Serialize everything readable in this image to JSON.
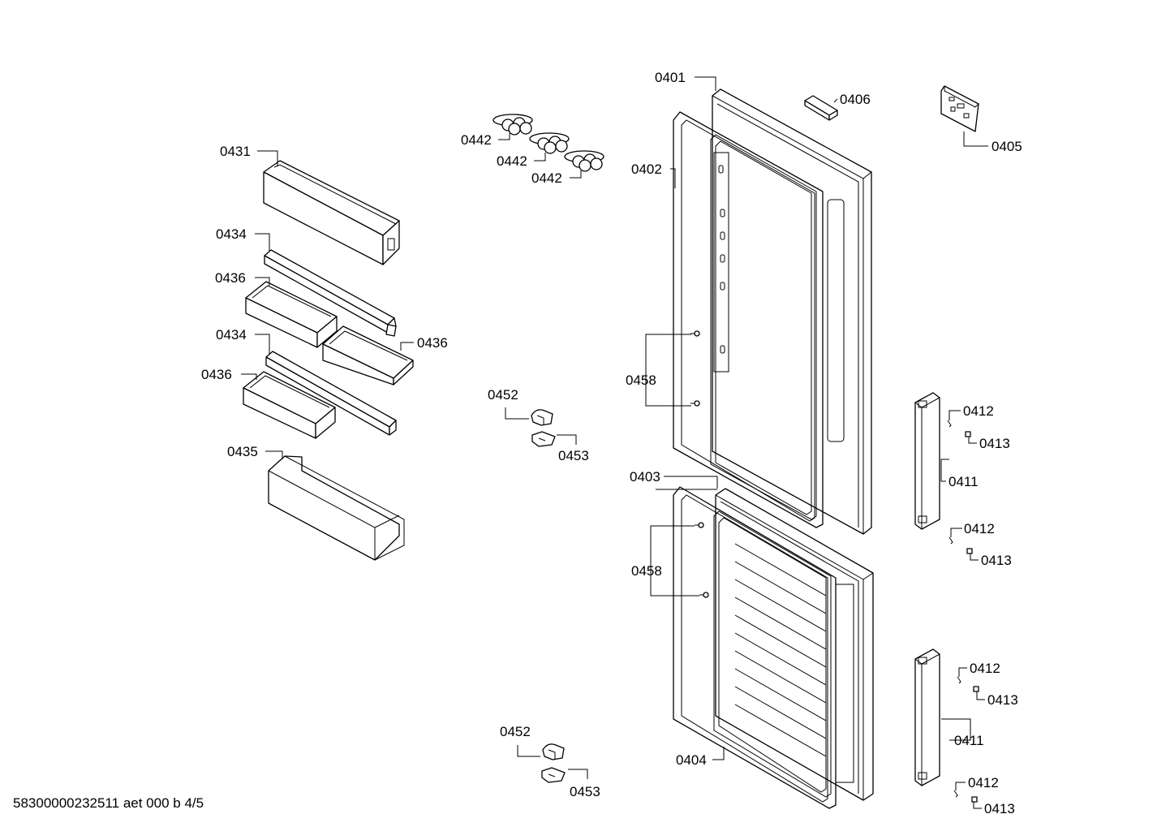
{
  "footer": {
    "doc_id": "58300000232511 aet 000 b 4/5"
  },
  "parts": {
    "p0401": "0401",
    "p0402": "0402",
    "p0403": "0403",
    "p0404": "0404",
    "p0405": "0405",
    "p0406": "0406",
    "p0411": "0411",
    "p0412": "0412",
    "p0413": "0413",
    "p0431": "0431",
    "p0434": "0434",
    "p0435": "0435",
    "p0436": "0436",
    "p0442": "0442",
    "p0452": "0452",
    "p0453": "0453",
    "p0458": "0458"
  },
  "colors": {
    "line": "#000000",
    "background": "#ffffff"
  }
}
